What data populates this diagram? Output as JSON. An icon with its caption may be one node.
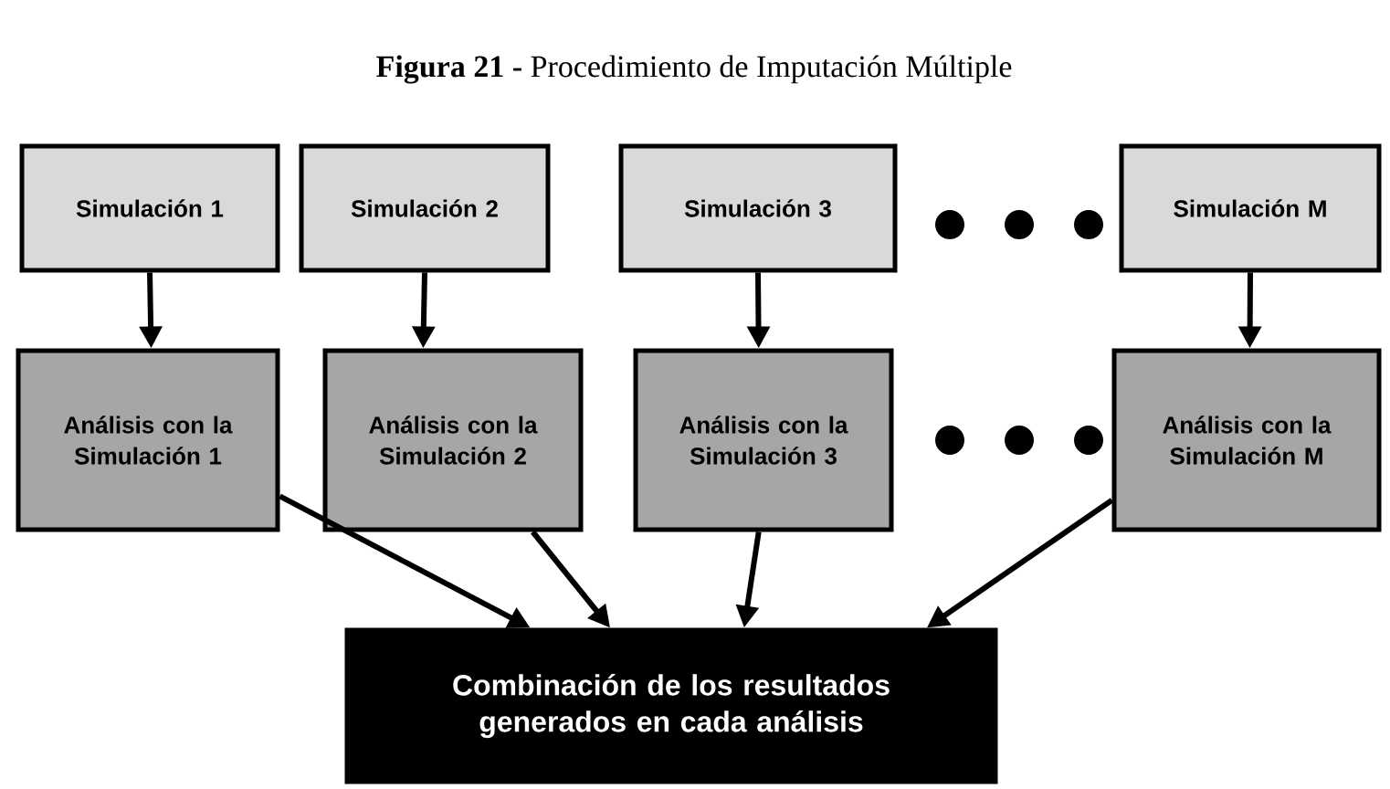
{
  "diagram": {
    "title": "**Figura 21 -** Procedimiento de Imputación Múltiple",
    "nodes": [
      {
        "text": [
          "Simulación 1"
        ]
      },
      {
        "text": [
          "Simulación 2"
        ]
      },
      {
        "text": [
          "Simulación 3"
        ]
      },
      {
        "text": [
          "Simulación M"
        ]
      },
      {
        "text": [
          "Análisis con la Simulación 1"
        ]
      },
      {
        "text": [
          "Análisis con la Simulación 2"
        ]
      },
      {
        "text": [
          "Análisis con la Simulación 3"
        ]
      },
      {
        "text": [
          "Análisis con la Simulación M"
        ]
      },
      {
        "text": [
          "Combinación de los resultados generados en cada análisis"
        ]
      }
    ],
    "edges": [
      {
        "from": 0,
        "to": 4,
        "arrow": "to"
      },
      {
        "from": 1,
        "to": 5,
        "arrow": "to"
      },
      {
        "from": 2,
        "to": 6,
        "arrow": "to"
      },
      {
        "from": 3,
        "to": 7,
        "arrow": "to"
      },
      {
        "from": 4,
        "to": 8,
        "arrow": "to"
      },
      {
        "from": 5,
        "to": 8,
        "arrow": "to"
      },
      {
        "from": 6,
        "to": 8,
        "arrow": "to"
      },
      {
        "from": 7,
        "to": 8,
        "arrow": "to"
      }
    ]
  }
}
